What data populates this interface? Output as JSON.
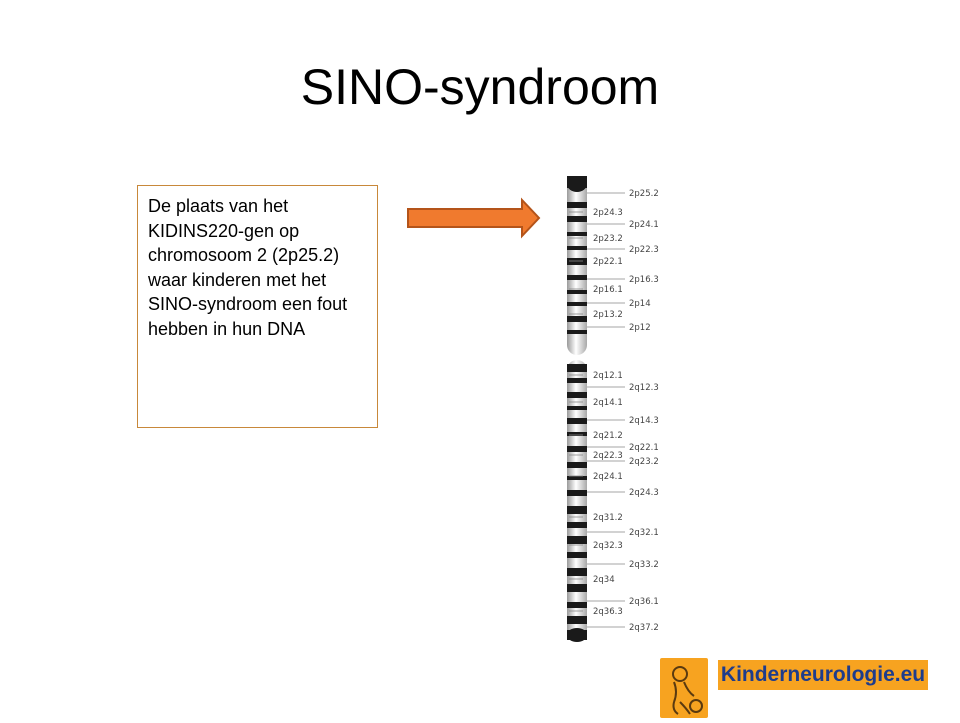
{
  "slide": {
    "title": "SINO-syndroom",
    "textbox": "De plaats van het KIDINS220-gen op chromosoom 2 (2p25.2) waar kinderen met het SINO-syndroom een fout hebben in hun DNA"
  },
  "chromosome": {
    "left_bands": [
      "2p24.3",
      "2p23.2",
      "2p22.1",
      "2p16.1",
      "2p13.2",
      "2q12.1",
      "2q14.1",
      "2q21.2",
      "2q22.3",
      "2q24.1",
      "2q31.2",
      "2q32.3",
      "2q34",
      "2q36.3"
    ],
    "right_bands": [
      "2p25.2",
      "2p24.1",
      "2p22.3",
      "2p16.3",
      "2p14",
      "2p12",
      "2q12.3",
      "2q14.3",
      "2q22.1",
      "2q23.2",
      "2q24.3",
      "2q32.1",
      "2q33.2",
      "2q36.1",
      "2q37.2"
    ]
  },
  "logo": {
    "text": "Kinderneurologie.eu"
  },
  "colors": {
    "arrow_fill": "#f07a2e",
    "arrow_stroke": "#b4541a",
    "box_border": "#c8883a",
    "logo_bg": "#f7a320",
    "logo_text": "#1e3c8c"
  }
}
